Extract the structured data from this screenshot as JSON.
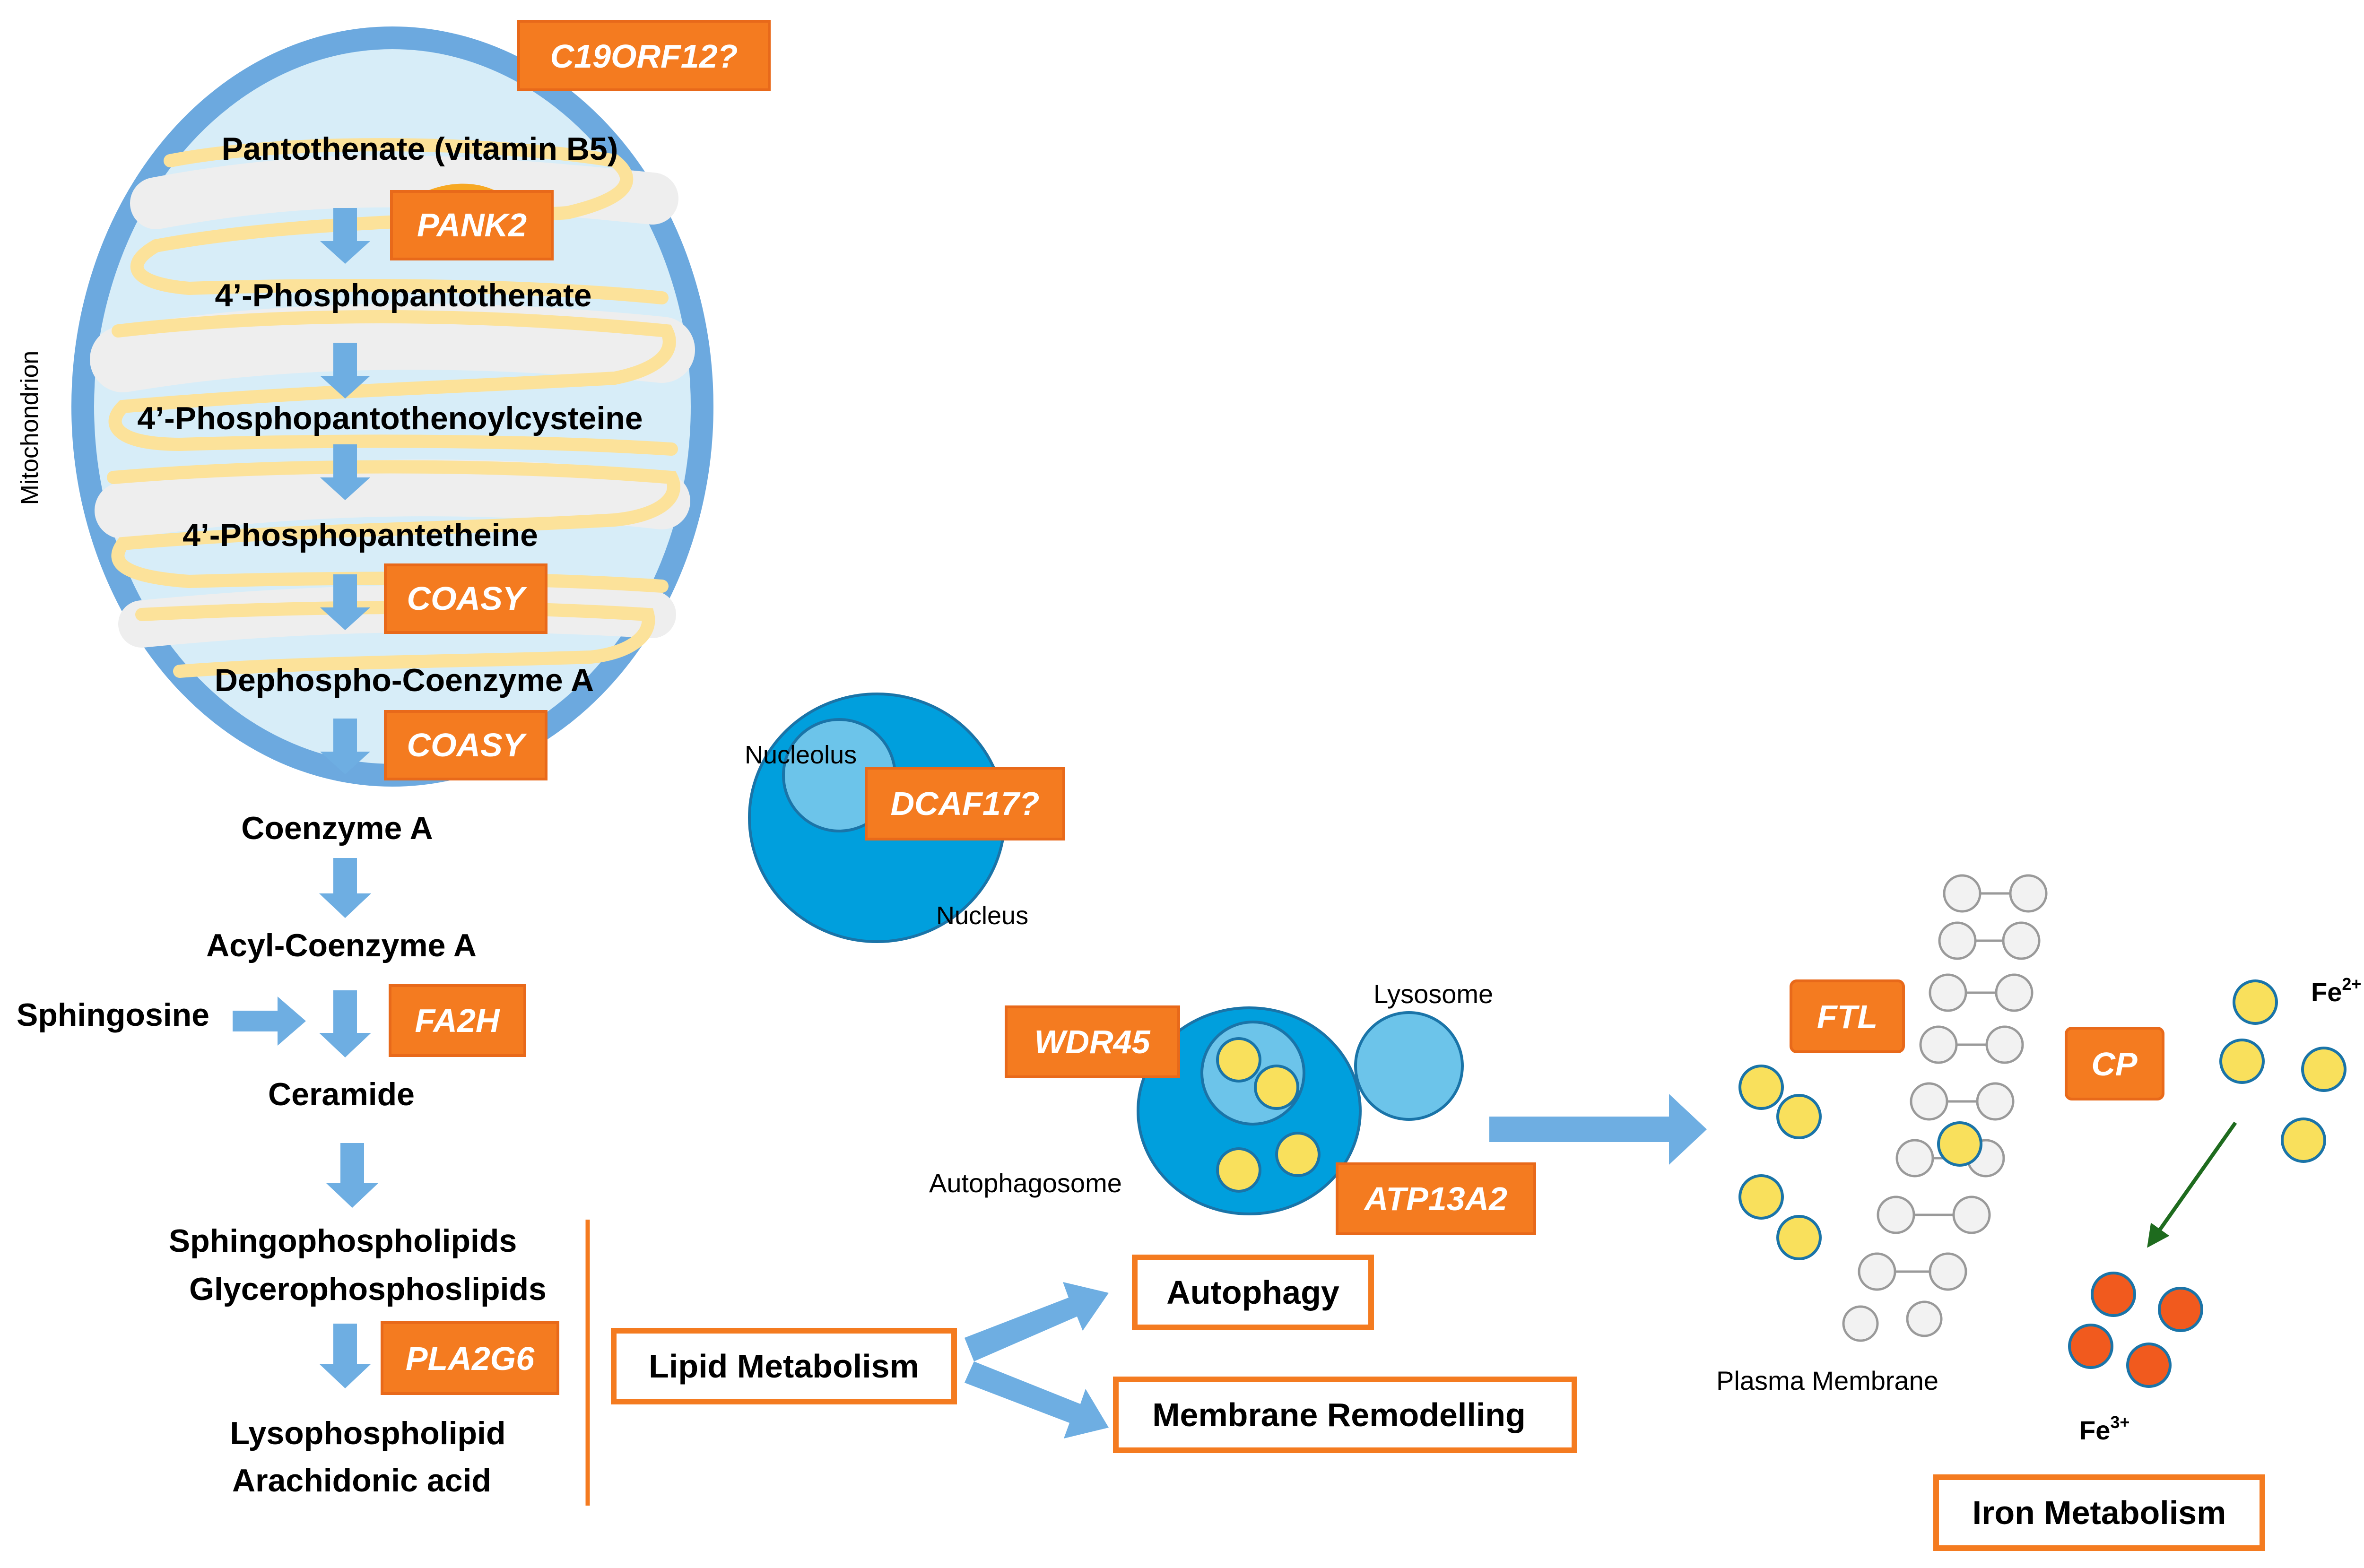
{
  "mitochondrion": {
    "label": "Mitochondrion",
    "enzyme_c19orf12": "C19ORF12?",
    "steps": {
      "pantothenate": "Pantothenate (vitamin B5)",
      "phosphopantothenate": "4’-Phosphopantothenate",
      "phosphopantothenoylcysteine": "4’-Phosphopantothenoylcysteine",
      "phosphopantetheine": "4’-Phosphopantetheine",
      "dephospho_coa": "Dephospho-Coenzyme A"
    },
    "enzymes": {
      "pank2": "PANK2",
      "coasy_1": "COASY",
      "coasy_2": "COASY"
    }
  },
  "pathway": {
    "coenzyme_a": "Coenzyme A",
    "acyl_coa": "Acyl-Coenzyme A",
    "sphingosine": "Sphingosine",
    "fa2h": "FA2H",
    "ceramide": "Ceramide",
    "sphingophospholipids": "Sphingophospholipids",
    "glycerophospholipids": "Glycerophosphoslipids",
    "pla2g6": "PLA2G6",
    "lysophospholipid": "Lysophospholipid",
    "arachidonic_acid": "Arachidonic acid"
  },
  "nucleus": {
    "nucleolus_label": "Nucleolus",
    "nucleus_label": "Nucleus",
    "dcaf17": "DCAF17?"
  },
  "autophagy": {
    "lysosome_label": "Lysosome",
    "autophagosome_label": "Autophagosome",
    "wdr45": "WDR45",
    "atp13a2": "ATP13A2"
  },
  "iron": {
    "ftl": "FTL",
    "cp": "CP",
    "fe2_base": "Fe",
    "fe2_sup": "2+",
    "fe3_base": "Fe",
    "fe3_sup": "3+",
    "plasma_membrane_label": "Plasma Membrane"
  },
  "boxes": {
    "lipid_metabolism": "Lipid Metabolism",
    "autophagy": "Autophagy",
    "membrane_remodelling": "Membrane Remodelling",
    "iron_metabolism": "Iron Metabolism"
  },
  "colors": {
    "enzyme_fill": "#F47B20",
    "enzyme_stroke": "#E8691A",
    "arrow_blue": "#6EAEE2",
    "mito_outer": "#6CA9DF",
    "mito_inner": "#D7EDF8",
    "cristae": "#FCE29A",
    "nucleus": "#009FDD",
    "nucleolus": "#6CC4EA",
    "particle_yellow": "#F9E05C",
    "fe3_red": "#F15A1E",
    "green_arrow": "#1E6B1E"
  }
}
